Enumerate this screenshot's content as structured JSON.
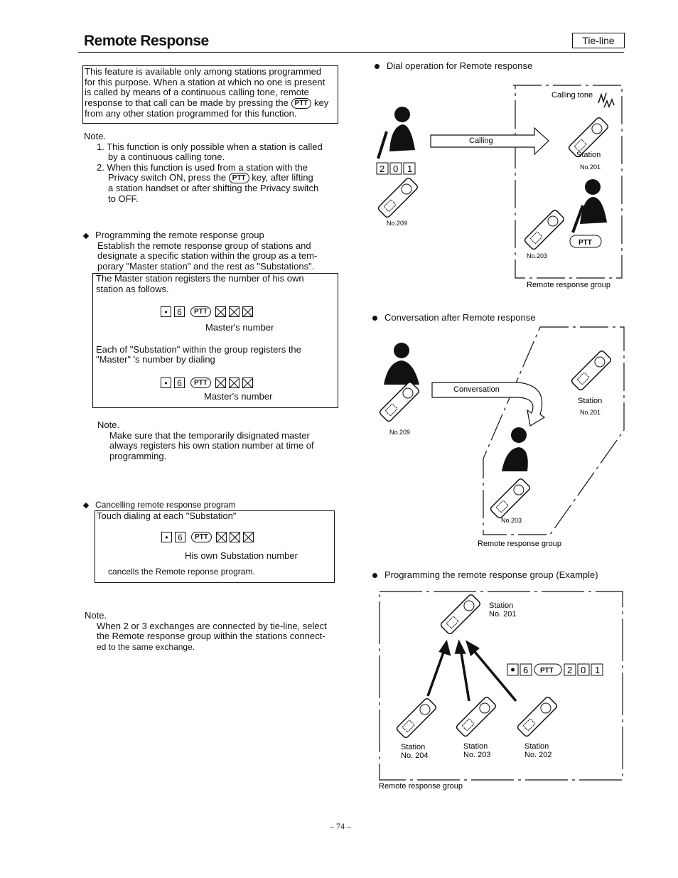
{
  "header": {
    "title": "Remote Response",
    "tag": "Tie-line"
  },
  "intro": {
    "lines": [
      "This feature is available only among stations programmed",
      "for this purpose. When a station at which no one is present",
      "is called by means of a continuous calling tone, remote",
      "response to that call can be made by pressing the",
      "key",
      "from any other station programmed for this function."
    ]
  },
  "ptt_label": "PTT",
  "note1": {
    "heading": "Note.",
    "items": [
      "1. This function is only possible when a station is called",
      "by a continuous calling tone.",
      "2. When this function is used from a station with the",
      "Privacy switch ON, press the",
      "key, after lifting",
      "a station handset or after shifting the Privacy switch",
      "to OFF."
    ]
  },
  "programming": {
    "heading": "Programming the remote response group",
    "lines": [
      "Establish the remote response group of stations and",
      "designate a specific station within the group as a tem-",
      "porary \"Master station\" and the rest as \"Substations\"."
    ],
    "box_line1": "The Master station registers the number of his own",
    "box_line2": "station as follows.",
    "dot_key": "•",
    "six_key": "6",
    "masters_number_1": "Master's number",
    "each_line1": "Each of \"Substation\" within the group registers the",
    "each_line2": "\"Master\" 's number by dialing",
    "masters_number_2": "Master's number"
  },
  "note2": {
    "heading": "Note.",
    "lines": [
      "Make sure that the temporarily disignated master",
      "always registers his own station number at time of",
      "programming."
    ]
  },
  "cancelling": {
    "heading": "Cancelling remote response program",
    "box_line1": "Touch dialing at each \"Substation\"",
    "own_number": "His own Substation number",
    "result": "cancells the Remote reponse program."
  },
  "note3": {
    "heading": "Note.",
    "lines": [
      "When 2 or 3 exchanges are connected by tie-line, select",
      "the Remote response group within the stations connect-",
      "ed to the same exchange."
    ]
  },
  "diagram1": {
    "heading": "Dial operation for Remote response",
    "calling_tone": "Calling tone",
    "calling": "Calling",
    "station": "Station",
    "no201": "No.201",
    "no209": "No.209",
    "no203": "No.203",
    "digits": [
      "2",
      "0",
      "1"
    ],
    "group": "Remote response group"
  },
  "diagram2": {
    "heading": "Conversation after Remote response",
    "conversation": "Conversation",
    "station": "Station",
    "no201": "No.201",
    "no209": "No.209",
    "no203": "No.203",
    "group": "Remote response group"
  },
  "diagram3": {
    "heading": "Programming the remote response group (Example)",
    "station": "Station",
    "no201": "No. 201",
    "no204": "No. 204",
    "no203": "No. 203",
    "no202": "No. 202",
    "digits": [
      "2",
      "0",
      "1"
    ],
    "group": "Remote response group"
  },
  "footer": {
    "page": "– 74 –"
  }
}
